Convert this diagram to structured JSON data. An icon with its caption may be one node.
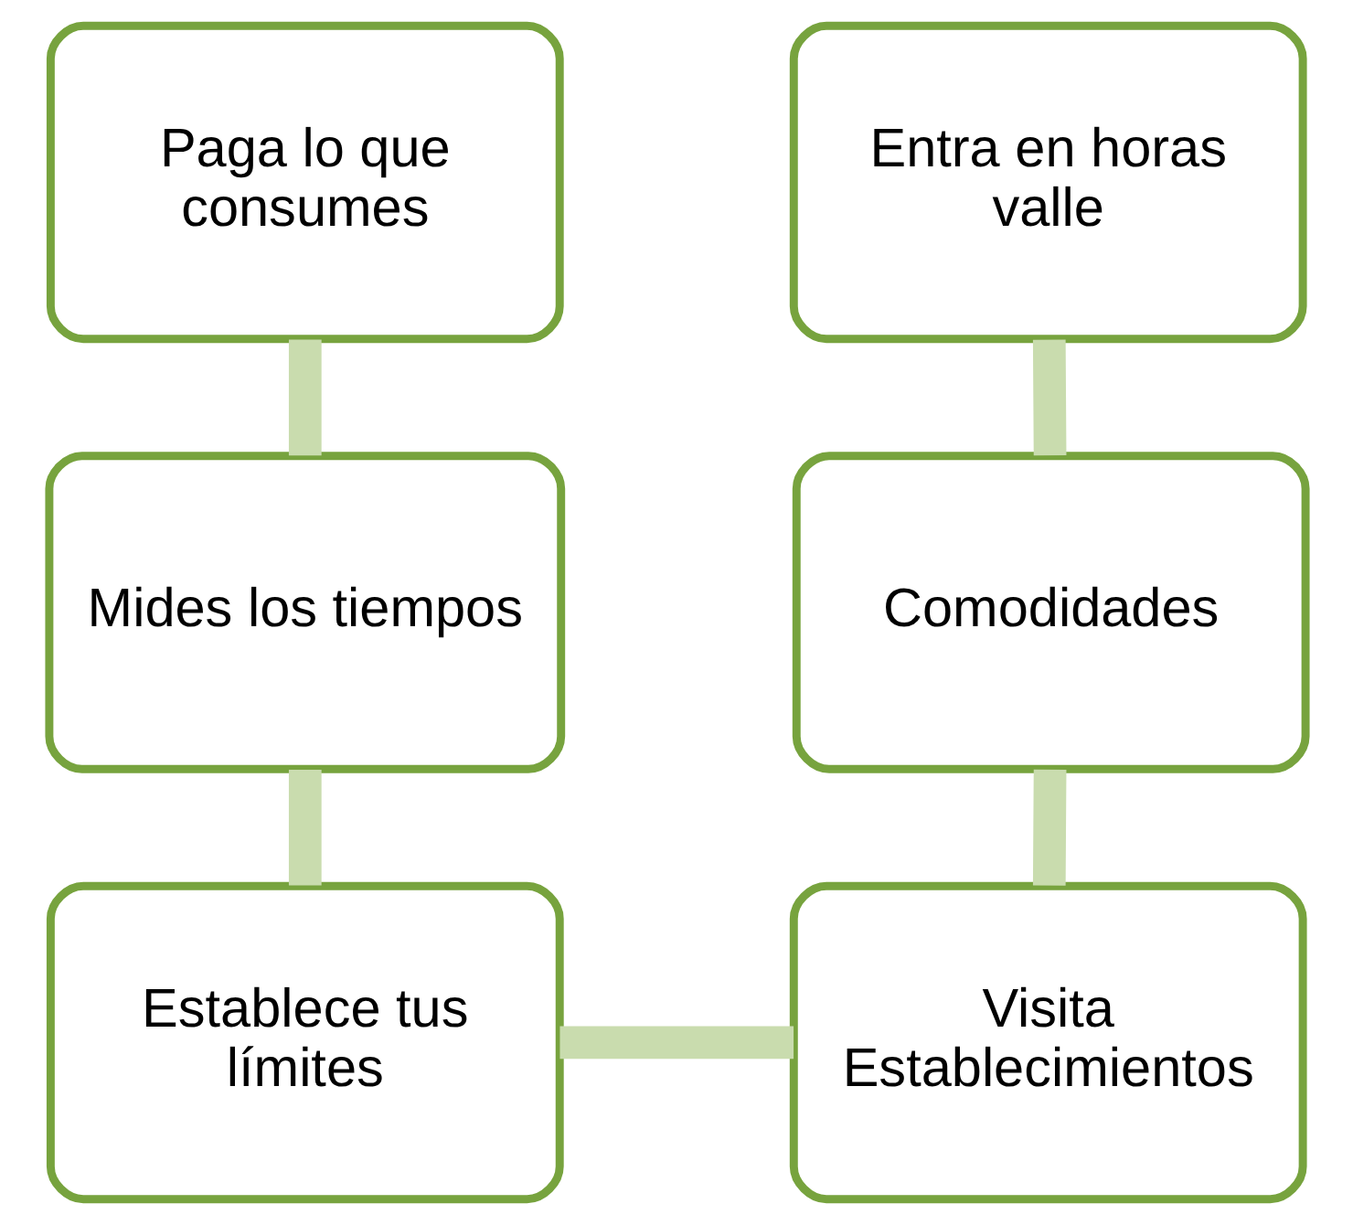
{
  "diagram": {
    "nodes": [
      {
        "text": [
          "Paga lo que consumes"
        ]
      },
      {
        "text": [
          "Entra en horas valle"
        ]
      },
      {
        "text": [
          "Mides los tiempos"
        ]
      },
      {
        "text": [
          "Comodidades"
        ]
      },
      {
        "text": [
          "Establece tus límites"
        ]
      },
      {
        "text": [
          "Visita Establecimientos"
        ]
      }
    ],
    "edges": [
      {
        "from": 0,
        "to": 2,
        "arrow": "none"
      },
      {
        "from": 2,
        "to": 4,
        "arrow": "none"
      },
      {
        "from": 4,
        "to": 5,
        "arrow": "none"
      },
      {
        "from": 5,
        "to": 3,
        "arrow": "none"
      },
      {
        "from": 3,
        "to": 1,
        "arrow": "none"
      }
    ]
  }
}
